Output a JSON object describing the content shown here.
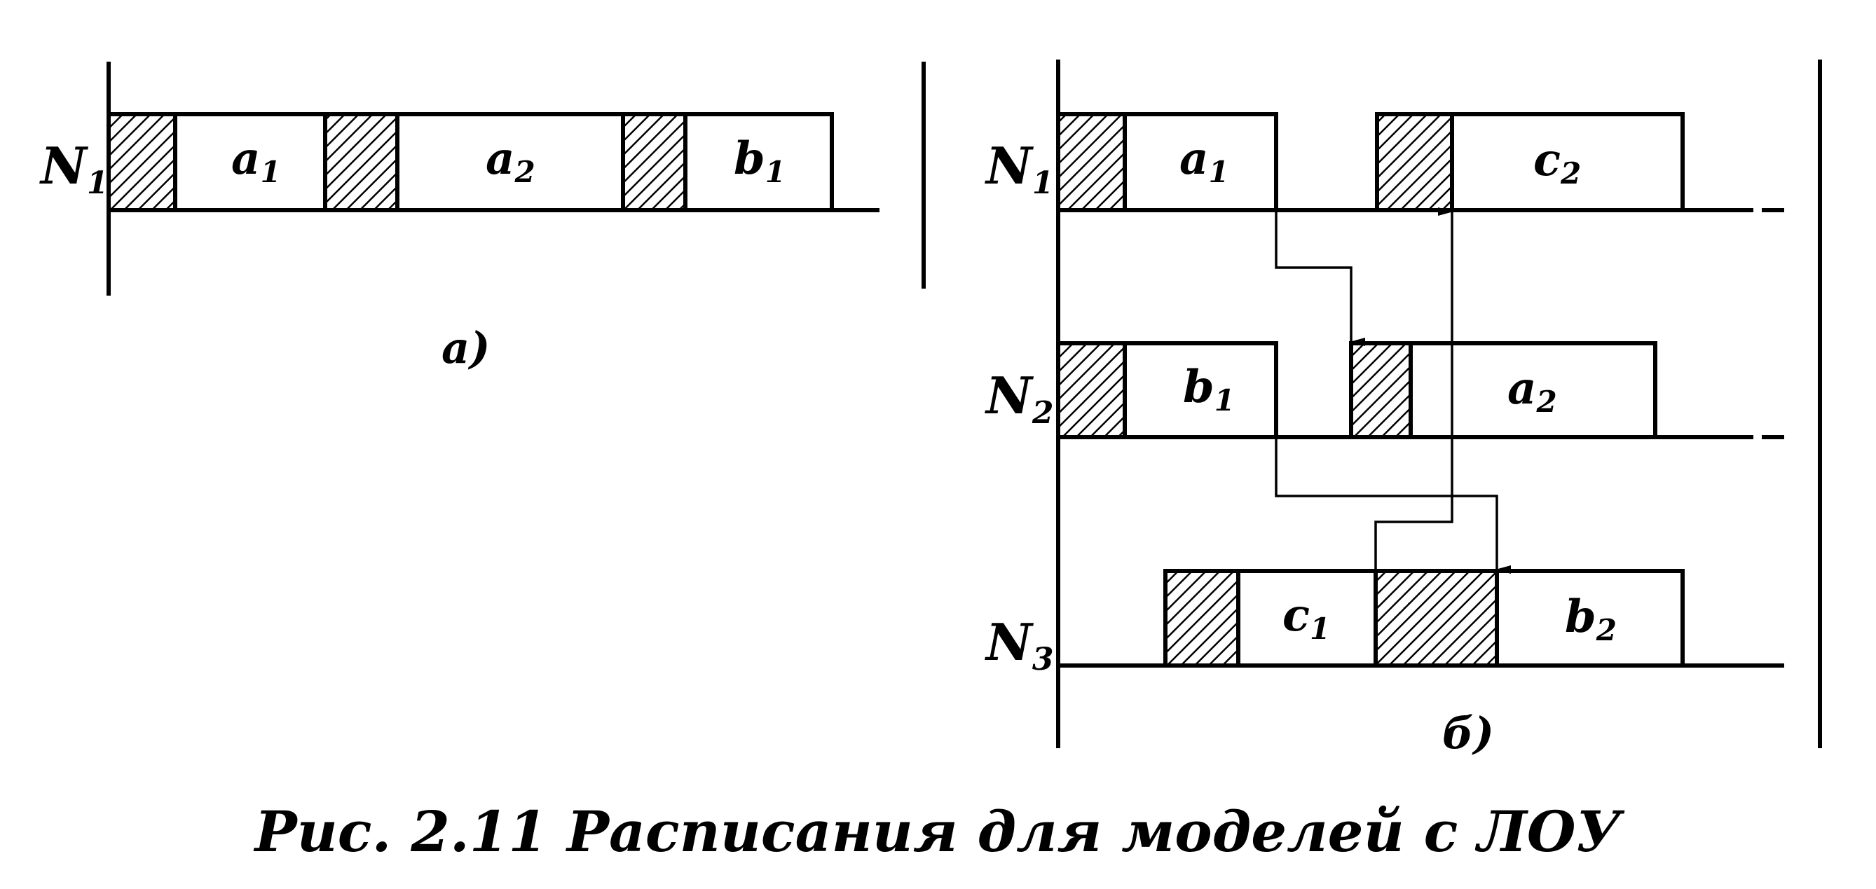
{
  "panel_a": {
    "row_label": {
      "main": "N",
      "sub": "1"
    },
    "blocks": [
      {
        "main": "a",
        "sub": "1"
      },
      {
        "main": "a",
        "sub": "2"
      },
      {
        "main": "b",
        "sub": "1"
      }
    ],
    "panel_label": "а)"
  },
  "panel_b": {
    "rows": [
      {
        "label": {
          "main": "N",
          "sub": "1"
        },
        "blocks": [
          {
            "main": "a",
            "sub": "1"
          },
          {
            "main": "c",
            "sub": "2"
          }
        ]
      },
      {
        "label": {
          "main": "N",
          "sub": "2"
        },
        "blocks": [
          {
            "main": "b",
            "sub": "1"
          },
          {
            "main": "a",
            "sub": "2"
          }
        ]
      },
      {
        "label": {
          "main": "N",
          "sub": "3"
        },
        "blocks": [
          {
            "main": "c",
            "sub": "1"
          },
          {
            "main": "b",
            "sub": "2"
          }
        ]
      }
    ],
    "panel_label": "б)"
  },
  "caption": "Рис. 2.11 Расписания для моделей с ЛОУ",
  "colors": {
    "ink": "#000000",
    "paper": "#ffffff"
  }
}
